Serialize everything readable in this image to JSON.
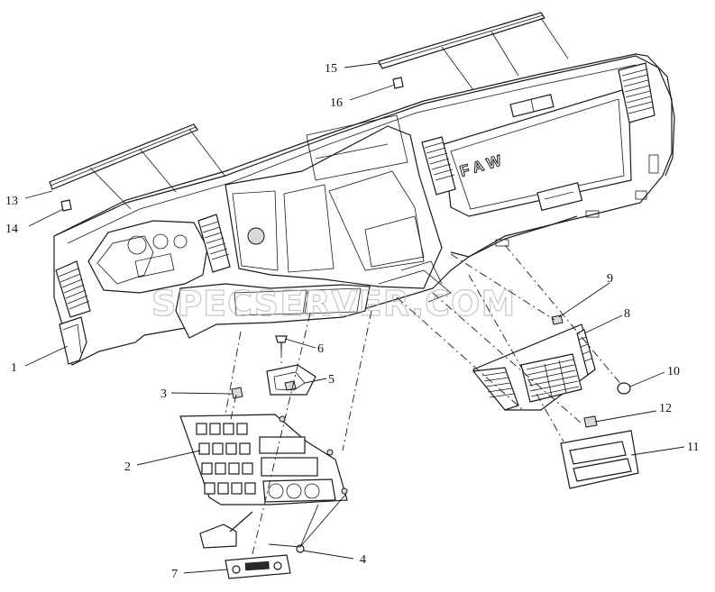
{
  "diagram": {
    "brand_text": "FAW",
    "watermark_text": "SPECSERVER.COM",
    "callouts": [
      {
        "id": "1",
        "label": "1"
      },
      {
        "id": "2",
        "label": "2"
      },
      {
        "id": "3",
        "label": "3"
      },
      {
        "id": "4",
        "label": "4"
      },
      {
        "id": "5",
        "label": "5"
      },
      {
        "id": "6",
        "label": "6"
      },
      {
        "id": "7",
        "label": "7"
      },
      {
        "id": "8",
        "label": "8"
      },
      {
        "id": "9",
        "label": "9"
      },
      {
        "id": "10",
        "label": "10"
      },
      {
        "id": "11",
        "label": "11"
      },
      {
        "id": "12",
        "label": "12"
      },
      {
        "id": "13",
        "label": "13"
      },
      {
        "id": "14",
        "label": "14"
      },
      {
        "id": "15",
        "label": "15"
      },
      {
        "id": "16",
        "label": "16"
      }
    ]
  }
}
